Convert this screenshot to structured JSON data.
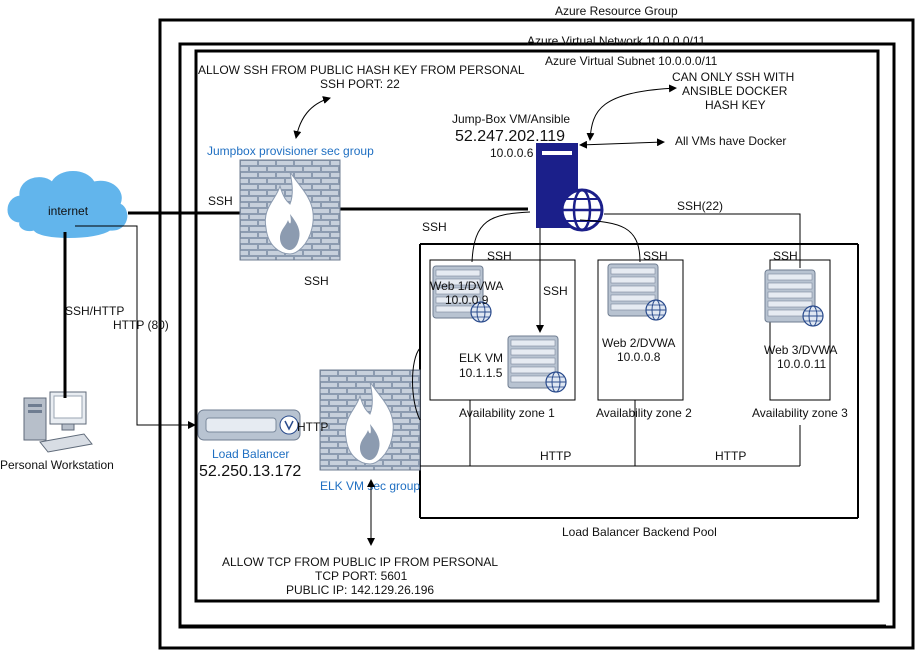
{
  "containers": {
    "resource_group": "Azure Resource Group",
    "vnet": "Azure Virtual Network 10.0.0.0/11",
    "subnet": "Azure Virtual Subnet 10.0.0.0/11",
    "backend_pool": "Load Balancer Backend Pool"
  },
  "internet": {
    "label": "internet"
  },
  "workstation": {
    "label": "Personal Workstation"
  },
  "notes": {
    "ssh_rule_line1": "ALLOW SSH FROM PUBLIC HASH KEY FROM PERSONAL",
    "ssh_rule_line2": "SSH PORT: 22",
    "ansible_line1": "CAN ONLY SSH WITH",
    "ansible_line2": "ANSIBLE DOCKER",
    "ansible_line3": "HASH KEY",
    "docker_note": "All VMs have Docker",
    "tcp_rule_line1": "ALLOW TCP FROM PUBLIC IP FROM PERSONAL",
    "tcp_rule_line2": "TCP PORT: 5601",
    "tcp_rule_line3": "PUBLIC IP: 142.129.26.196"
  },
  "jumpbox_sg": {
    "label": "Jumpbox provisioner sec group"
  },
  "elk_sg": {
    "label": "ELK VM sec group"
  },
  "jumpbox": {
    "name": "Jump-Box VM/Ansible",
    "public_ip": "52.247.202.119",
    "private_ip": "10.0.0.6"
  },
  "load_balancer": {
    "name": "Load Balancer",
    "ip": "52.250.13.172"
  },
  "servers": {
    "web1": {
      "name": "Web 1/DVWA",
      "ip": "10.0.0.9"
    },
    "elk": {
      "name": "ELK VM",
      "ip": "10.1.1.5"
    },
    "web2": {
      "name": "Web 2/DVWA",
      "ip": "10.0.0.8"
    },
    "web3": {
      "name": "Web 3/DVWA",
      "ip": "10.0.0.11"
    }
  },
  "zones": {
    "z1": "Availability zone 1",
    "z2": "Availability zone 2",
    "z3": "Availability zone 3"
  },
  "edge_labels": {
    "ssh_internet": "SSH",
    "ssh_below_sg": "SSH",
    "ssh_jump_left": "SSH",
    "ssh_web1": "SSH",
    "ssh_elk": "SSH",
    "ssh_web2": "SSH",
    "ssh_22": "SSH(22)",
    "ssh_web3": "SSH",
    "ssh_http": "SSH/HTTP",
    "http_80": "HTTP (80)",
    "http_lb": "HTTP",
    "http_a": "HTTP",
    "http_b": "HTTP"
  },
  "colors": {
    "jumpbox_blue": "#1b1f8a",
    "label_blue": "#1f6fc2",
    "cloud_blue": "#62b5ec",
    "wall_gray": "#8c9bb0"
  }
}
